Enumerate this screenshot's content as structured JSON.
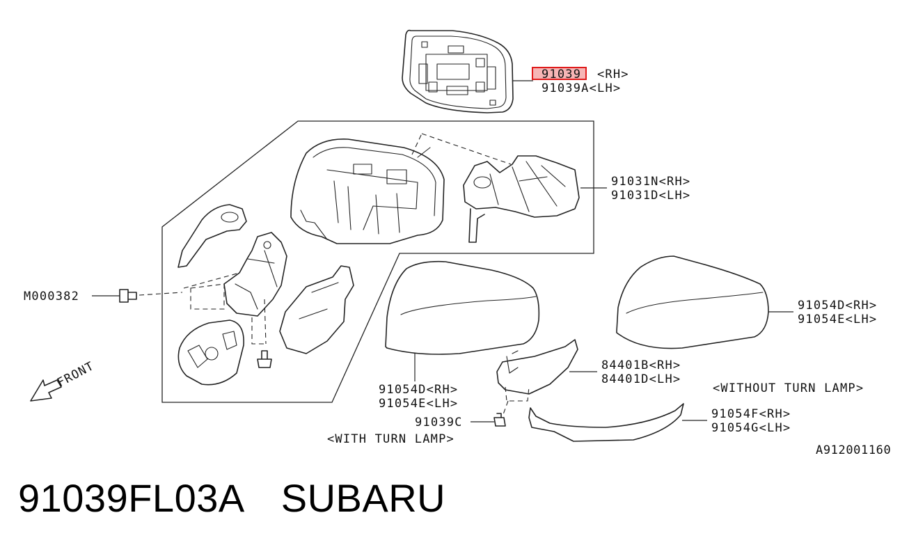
{
  "callouts": {
    "glass_rh_highlight": "91039",
    "glass_rh_suffix": "<RH>",
    "glass_lh": "91039A<LH>",
    "housing_rh": "91031N<RH>",
    "housing_lh": "91031D<LH>",
    "screw_left": "M000382",
    "cover_turn_rh": "91054D<RH>",
    "cover_turn_lh": "91054E<LH>",
    "cover_noturn_rh": "91054D<RH>",
    "cover_noturn_lh": "91054E<LH>",
    "lamp_rh": "84401B<RH>",
    "lamp_lh": "84401D<LH>",
    "without_turn_lamp": "<WITHOUT TURN LAMP>",
    "screw_bottom": "91039C",
    "with_turn_lamp": "<WITH TURN LAMP>",
    "garnish_rh": "91054F<RH>",
    "garnish_lh": "91054G<LH>",
    "figure_code": "A912001160",
    "front": "FRONT"
  },
  "caption": {
    "part_number": "91039FL03A",
    "brand": "SUBARU"
  },
  "colors": {
    "line": "#222222",
    "highlight_stroke": "#e01b1b",
    "highlight_fill": "#f6b6b6"
  }
}
